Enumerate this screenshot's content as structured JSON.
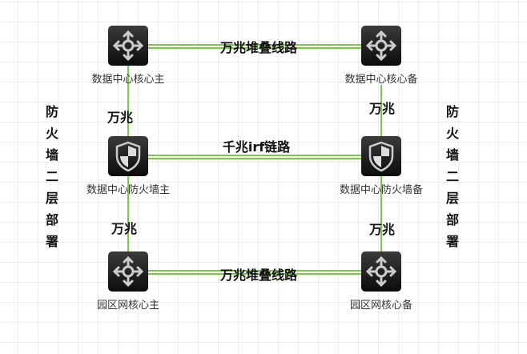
{
  "devices": {
    "dc_core_main": "数据中心核心主",
    "dc_core_backup": "数据中心核心备",
    "dc_fw_main": "数据中心防火墙主",
    "dc_fw_backup": "数据中心防火墙备",
    "campus_core_main": "园区网核心主",
    "campus_core_backup": "园区网核心备"
  },
  "links": {
    "top": "万兆堆叠线路",
    "middle": "千兆irf链路",
    "bottom": "万兆堆叠线路",
    "left_upper": "万兆",
    "right_upper": "万兆",
    "left_lower": "万兆",
    "right_lower": "万兆"
  },
  "side_labels": {
    "left": "防火墙二层部署",
    "right": "防火墙二层部署"
  },
  "colors": {
    "link": "#7cc84a"
  }
}
